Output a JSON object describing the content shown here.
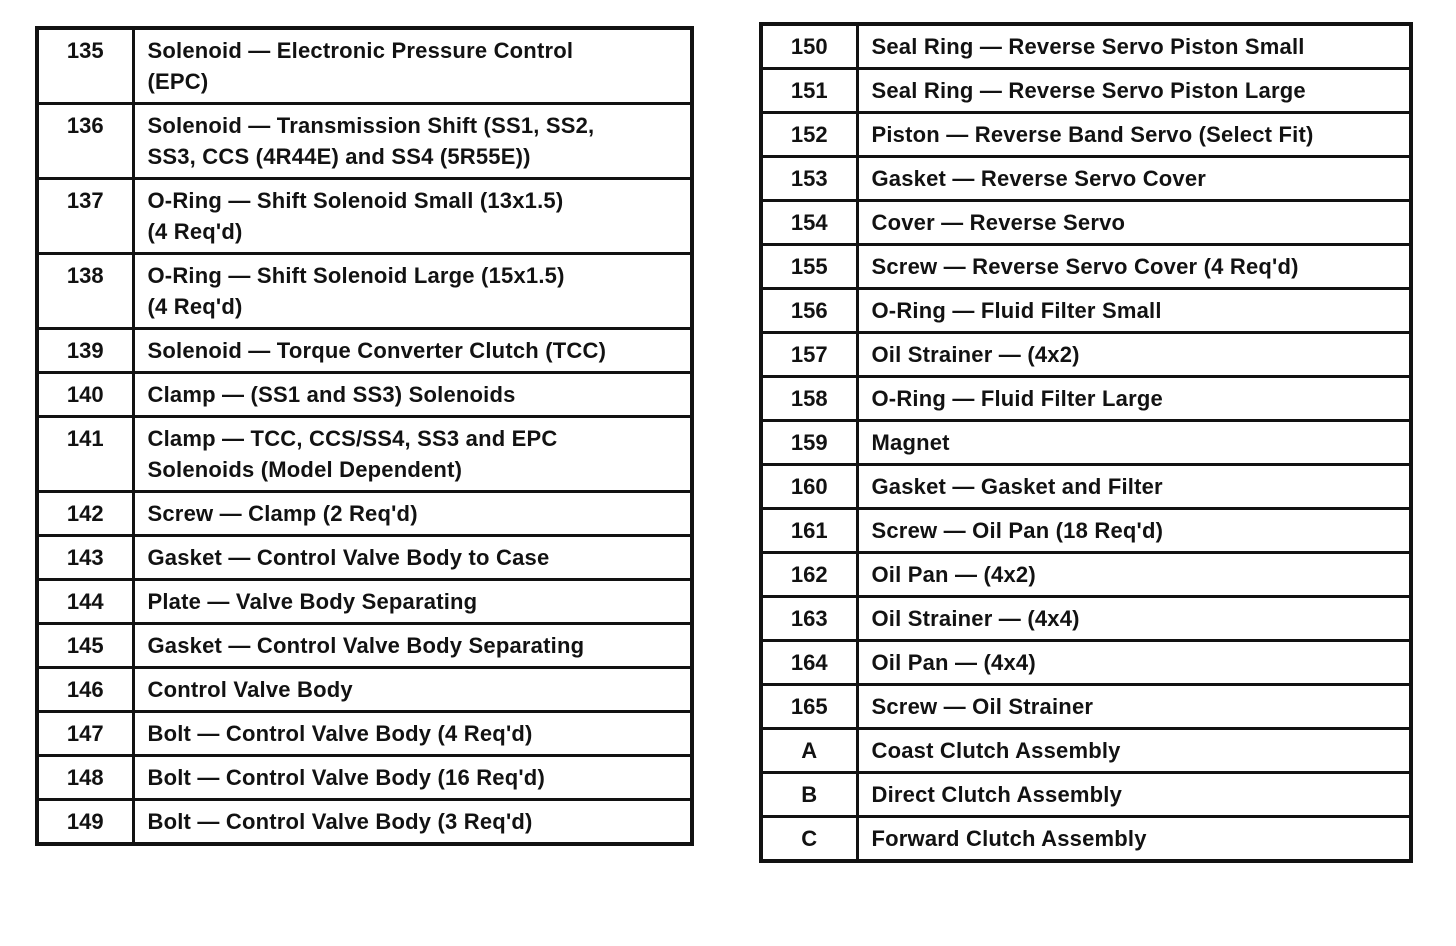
{
  "colors": {
    "ink": "#121212",
    "paper": "#ffffff"
  },
  "left_table": {
    "rows": [
      {
        "ref": "135",
        "desc": "Solenoid — Electronic Pressure Control\n(EPC)"
      },
      {
        "ref": "136",
        "desc": "Solenoid — Transmission Shift (SS1, SS2,\nSS3, CCS (4R44E) and SS4 (5R55E))"
      },
      {
        "ref": "137",
        "desc": "O-Ring — Shift Solenoid Small (13x1.5)\n(4 Req'd)"
      },
      {
        "ref": "138",
        "desc": "O-Ring — Shift Solenoid Large (15x1.5)\n(4 Req'd)"
      },
      {
        "ref": "139",
        "desc": "Solenoid — Torque Converter Clutch (TCC)"
      },
      {
        "ref": "140",
        "desc": "Clamp — (SS1 and SS3) Solenoids"
      },
      {
        "ref": "141",
        "desc": "Clamp — TCC, CCS/SS4, SS3 and EPC\nSolenoids (Model Dependent)"
      },
      {
        "ref": "142",
        "desc": "Screw — Clamp (2 Req'd)"
      },
      {
        "ref": "143",
        "desc": "Gasket — Control Valve Body to Case"
      },
      {
        "ref": "144",
        "desc": "Plate — Valve Body Separating"
      },
      {
        "ref": "145",
        "desc": "Gasket — Control Valve Body Separating"
      },
      {
        "ref": "146",
        "desc": "Control Valve Body"
      },
      {
        "ref": "147",
        "desc": "Bolt — Control Valve Body (4 Req'd)"
      },
      {
        "ref": "148",
        "desc": "Bolt — Control Valve Body (16 Req'd)"
      },
      {
        "ref": "149",
        "desc": "Bolt — Control Valve Body (3 Req'd)"
      }
    ]
  },
  "right_table": {
    "rows": [
      {
        "ref": "150",
        "desc": "Seal Ring — Reverse Servo Piston Small"
      },
      {
        "ref": "151",
        "desc": "Seal Ring — Reverse Servo Piston Large"
      },
      {
        "ref": "152",
        "desc": "Piston — Reverse Band Servo (Select Fit)"
      },
      {
        "ref": "153",
        "desc": "Gasket — Reverse Servo Cover"
      },
      {
        "ref": "154",
        "desc": "Cover — Reverse Servo"
      },
      {
        "ref": "155",
        "desc": "Screw — Reverse Servo Cover (4 Req'd)"
      },
      {
        "ref": "156",
        "desc": "O-Ring — Fluid Filter Small"
      },
      {
        "ref": "157",
        "desc": "Oil Strainer — (4x2)"
      },
      {
        "ref": "158",
        "desc": "O-Ring — Fluid Filter Large"
      },
      {
        "ref": "159",
        "desc": "Magnet"
      },
      {
        "ref": "160",
        "desc": "Gasket — Gasket and Filter"
      },
      {
        "ref": "161",
        "desc": "Screw — Oil Pan (18 Req'd)"
      },
      {
        "ref": "162",
        "desc": "Oil Pan — (4x2)"
      },
      {
        "ref": "163",
        "desc": "Oil Strainer — (4x4)"
      },
      {
        "ref": "164",
        "desc": "Oil Pan — (4x4)"
      },
      {
        "ref": "165",
        "desc": "Screw — Oil Strainer"
      },
      {
        "ref": "A",
        "desc": "Coast Clutch Assembly"
      },
      {
        "ref": "B",
        "desc": "Direct Clutch Assembly"
      },
      {
        "ref": "C",
        "desc": "Forward Clutch Assembly"
      }
    ]
  }
}
